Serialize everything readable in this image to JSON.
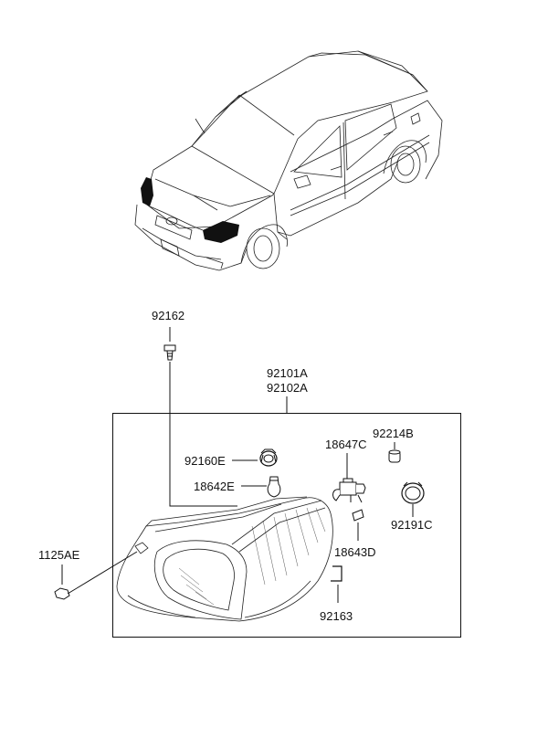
{
  "diagram": {
    "part_labels": {
      "screw_top": "92162",
      "assembly_lh": "92101A",
      "assembly_rh": "92102A",
      "bulb_socket": "92160E",
      "side_bulb": "18642E",
      "headlamp_bulb": "18647C",
      "cap_small": "92214B",
      "dust_cap": "92191C",
      "clip_bulb": "18643D",
      "bracket_clip": "92163",
      "mount_bolt": "1125AE"
    }
  }
}
